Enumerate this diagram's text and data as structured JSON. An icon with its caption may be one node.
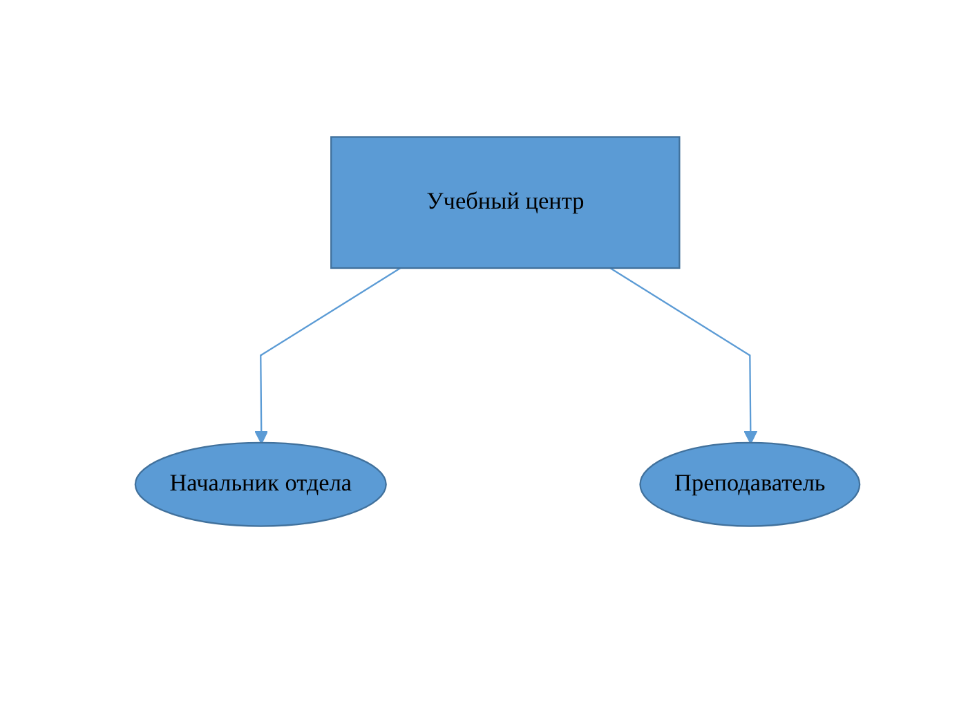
{
  "diagram": {
    "nodes": [
      {
        "text": [
          "Учебный центр"
        ]
      },
      {
        "text": [
          "Начальник отдела"
        ]
      },
      {
        "text": [
          "Преподаватель"
        ]
      }
    ],
    "edges": [
      {
        "from": 0,
        "to": 1,
        "arrow": "to"
      },
      {
        "from": 0,
        "to": 2,
        "arrow": "to"
      }
    ]
  }
}
